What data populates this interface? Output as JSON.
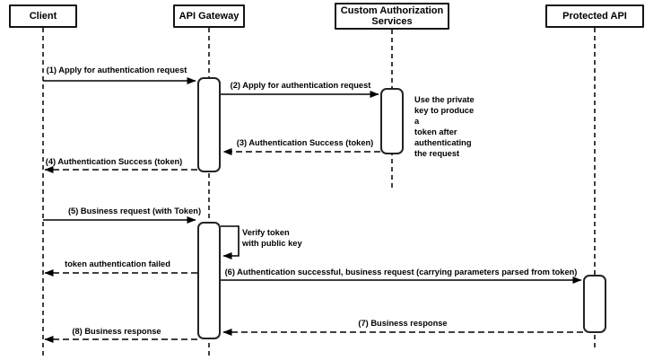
{
  "diagram_type": "uml-sequence",
  "colors": {
    "stroke": "#000000",
    "fill": "#ffffff",
    "text": "#000000"
  },
  "participants": [
    {
      "label": "Client"
    },
    {
      "label": "API Gateway"
    },
    {
      "label": "Custom Authorization Services"
    },
    {
      "label": "Protected API"
    }
  ],
  "messages": {
    "m1": {
      "label": "(1) Apply for authentication request",
      "type": "solid",
      "from": "Client",
      "to": "API Gateway"
    },
    "m2": {
      "label": "(2) Apply for authentication request",
      "type": "solid",
      "from": "API Gateway",
      "to": "Custom Authorization Services"
    },
    "m3": {
      "label": "(3) Authentication Success (token)",
      "type": "dashed",
      "from": "Custom Authorization Services",
      "to": "API Gateway"
    },
    "m4": {
      "label": "(4) Authentication Success (token)",
      "type": "dashed",
      "from": "API Gateway",
      "to": "Client"
    },
    "m5": {
      "label": "(5) Business request (with Token)",
      "type": "solid",
      "from": "Client",
      "to": "API Gateway"
    },
    "self": {
      "lines": [
        "Verify token",
        "with public key"
      ],
      "type": "self",
      "at": "API Gateway"
    },
    "fail": {
      "label": "token authentication failed",
      "type": "dashed",
      "from": "API Gateway",
      "to": "Client"
    },
    "m6": {
      "label": "(6) Authentication successful, business request (carrying parameters parsed from token)",
      "type": "solid",
      "from": "API Gateway",
      "to": "Protected API"
    },
    "m7": {
      "label": "(7) Business response",
      "type": "dashed",
      "from": "Protected API",
      "to": "API Gateway"
    },
    "m8": {
      "label": "(8) Business response",
      "type": "dashed",
      "from": "API Gateway",
      "to": "Client"
    }
  },
  "note": {
    "text": "Use the private key to produce a token after authenticating the request",
    "lines": [
      "Use the private",
      "key to produce a",
      "token after",
      "authenticating",
      "the request"
    ]
  }
}
